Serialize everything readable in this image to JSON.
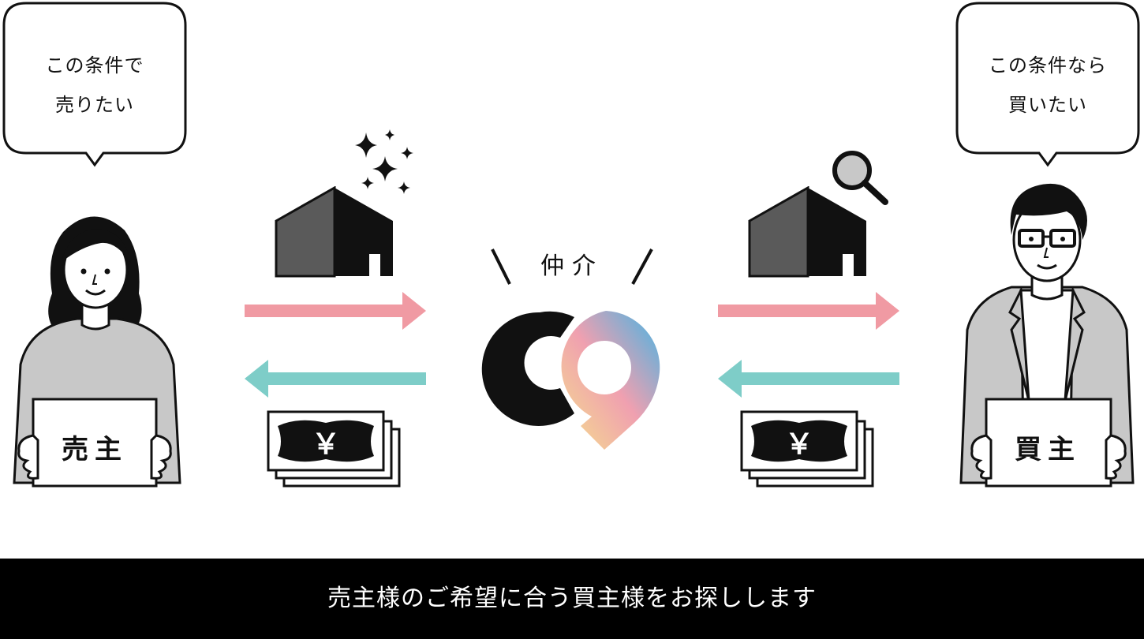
{
  "seller": {
    "bubble_line1": "この条件で",
    "bubble_line2": "売りたい",
    "sign": "売主"
  },
  "buyer": {
    "bubble_line1": "この条件なら",
    "bubble_line2": "買いたい",
    "sign": "買主"
  },
  "broker": {
    "label": "仲介"
  },
  "money_symbol": "￥",
  "footer": {
    "text": "売主様のご希望に合う買主様をお探しします"
  },
  "colors": {
    "arrow_pink": "#f09aa3",
    "arrow_teal": "#7ecdc8",
    "house_dark": "#5a5a5a",
    "house_black": "#111111",
    "clothing_gray": "#c8c8c8",
    "footer_bg": "#000000"
  },
  "icons": [
    "sparkle-icon",
    "magnifier-icon",
    "house-icon",
    "money-icon",
    "arrow-right-icon",
    "arrow-left-icon",
    "broker-logo"
  ]
}
